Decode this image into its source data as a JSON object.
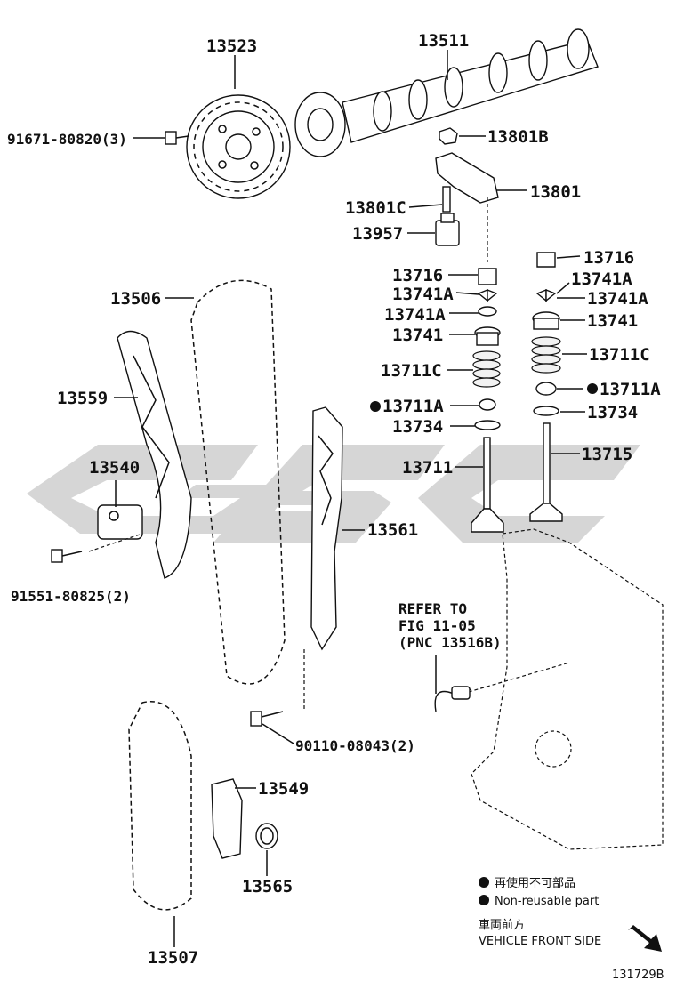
{
  "labels": {
    "p13523": "13523",
    "p13511": "13511",
    "p91671": "91671-80820(3)",
    "p13801B": "13801B",
    "p13801": "13801",
    "p13801C": "13801C",
    "p13957": "13957",
    "p13716a": "13716",
    "p13716b": "13716",
    "p13741Aa": "13741A",
    "p13741Ab": "13741A",
    "p13741Ac": "13741A",
    "p13741Ad": "13741A",
    "p13741a": "13741",
    "p13741b": "13741",
    "p13711Ca": "13711C",
    "p13711Cb": "13711C",
    "p13711Aa": "13711A",
    "p13711Ab": "13711A",
    "p13734a": "13734",
    "p13734b": "13734",
    "p13711": "13711",
    "p13715": "13715",
    "p13506": "13506",
    "p13559": "13559",
    "p13540": "13540",
    "p13561": "13561",
    "p91551": "91551-80825(2)",
    "p90110": "90110-08043(2)",
    "p13549": "13549",
    "p13565": "13565",
    "p13507": "13507"
  },
  "refer": {
    "line1": "REFER TO",
    "line2": "FIG 11-05",
    "line3": "(PNC 13516B)"
  },
  "legend": {
    "jp": "再使用不可部品",
    "en": "Non-reusable part"
  },
  "direction": {
    "jp": "車両前方",
    "en": "VEHICLE FRONT SIDE"
  },
  "figure_id": "131729B",
  "watermark": {
    "icon": "ggc-logo-watermark",
    "color": "#c8c8c8"
  }
}
